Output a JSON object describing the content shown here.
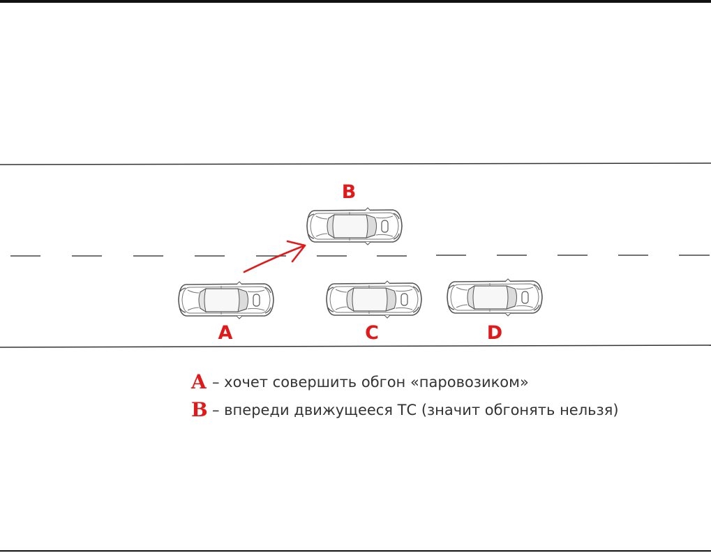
{
  "cars": [
    {
      "label": "A",
      "lane": "right",
      "role": "overtaking"
    },
    {
      "label": "B",
      "lane": "left",
      "role": "ahead"
    },
    {
      "label": "C",
      "lane": "right",
      "role": "vehicle"
    },
    {
      "label": "D",
      "lane": "right",
      "role": "vehicle"
    }
  ],
  "legend": [
    {
      "letter": "A",
      "text": "– хочет совершить обгон «паровозиком»"
    },
    {
      "letter": "B",
      "text": "– впереди движущееся ТС (значит обгонять нельзя)"
    }
  ],
  "colors": {
    "accent": "#e01a1a",
    "line": "#333333",
    "car_outline": "#555555"
  }
}
